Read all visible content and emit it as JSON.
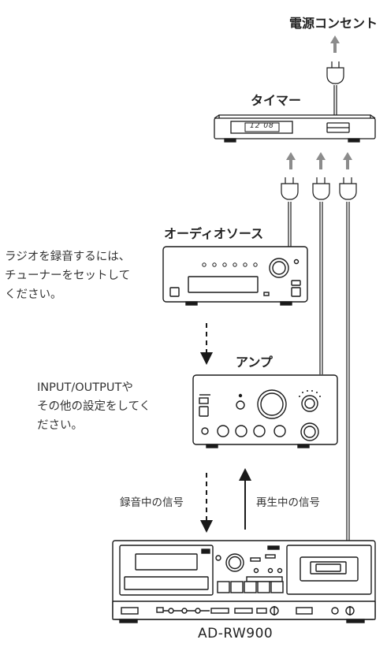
{
  "labels": {
    "outlet": "電源コンセント",
    "timer": "タイマー",
    "timer_display": "12 08",
    "audio_source": "オーディオソース",
    "amp": "アンプ",
    "model": "AD-RW900"
  },
  "notes": {
    "radio": [
      "ラジオを録音するには、",
      "チューナーをセットして",
      "ください。"
    ],
    "amp": [
      "INPUT/OUTPUTや",
      "その他の設定をしてく",
      "ださい。"
    ]
  },
  "signals": {
    "recording": "録音中の信号",
    "playback": "再生中の信号"
  },
  "colors": {
    "line": "#1a1a1a",
    "arrow_gray": "#8c8c8c",
    "device_fill": "#ffffff"
  }
}
